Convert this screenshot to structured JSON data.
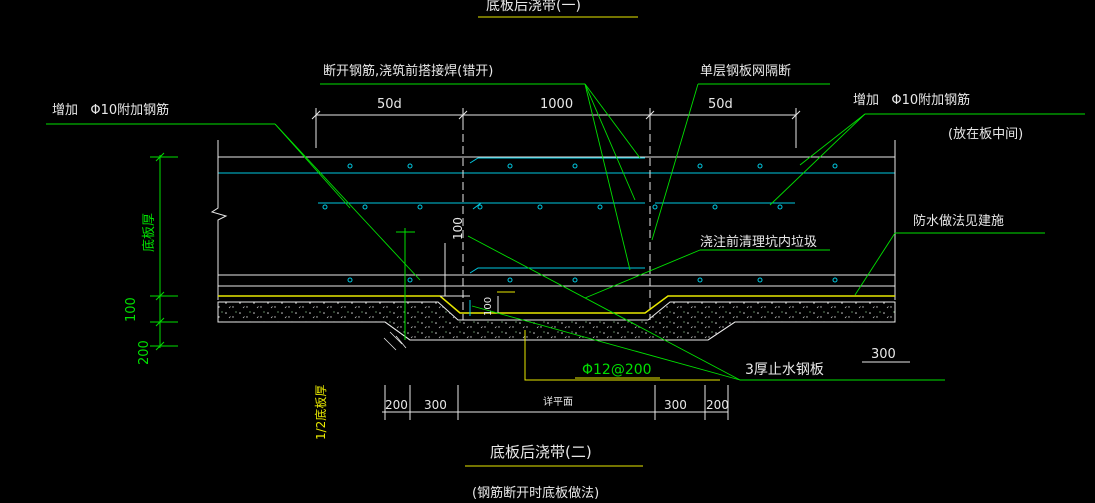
{
  "title_top": "底板后浇带(一)",
  "title_bottom": "底板后浇带(二)",
  "subtitle_bottom": "(钢筋断开时底板做法)",
  "notes": {
    "cut_rebar": "断开钢筋,浇筑前搭接焊(错开)",
    "single_mesh": "单层钢板网隔断",
    "add_left": "增加   Φ10附加钢筋",
    "add_right": "增加   Φ10附加钢筋",
    "in_middle": "(放在板中间)",
    "waterproof": "防水做法见建施",
    "clean": "浇注前清理坑内垃圾",
    "waterstop": "3厚止水钢板",
    "rebar_spec": "Φ12@200"
  },
  "dims": {
    "top_left": "50d",
    "top_mid": "1000",
    "top_right": "50d",
    "slab_thk": "底板厚",
    "half_slab": "1/2底板厚",
    "v100": "100",
    "v200": "200",
    "d100": "100",
    "d100b": "100",
    "b200l": "200",
    "b300l": "300",
    "b_mid": "详平面",
    "b300r": "300",
    "b200r": "200",
    "r300": "300"
  },
  "colors": {
    "background": "#000000",
    "text": "#e8e8e8",
    "green": "#00e000",
    "yellow": "#e8e800",
    "cyan": "#00c8e0",
    "white": "#ffffff"
  }
}
